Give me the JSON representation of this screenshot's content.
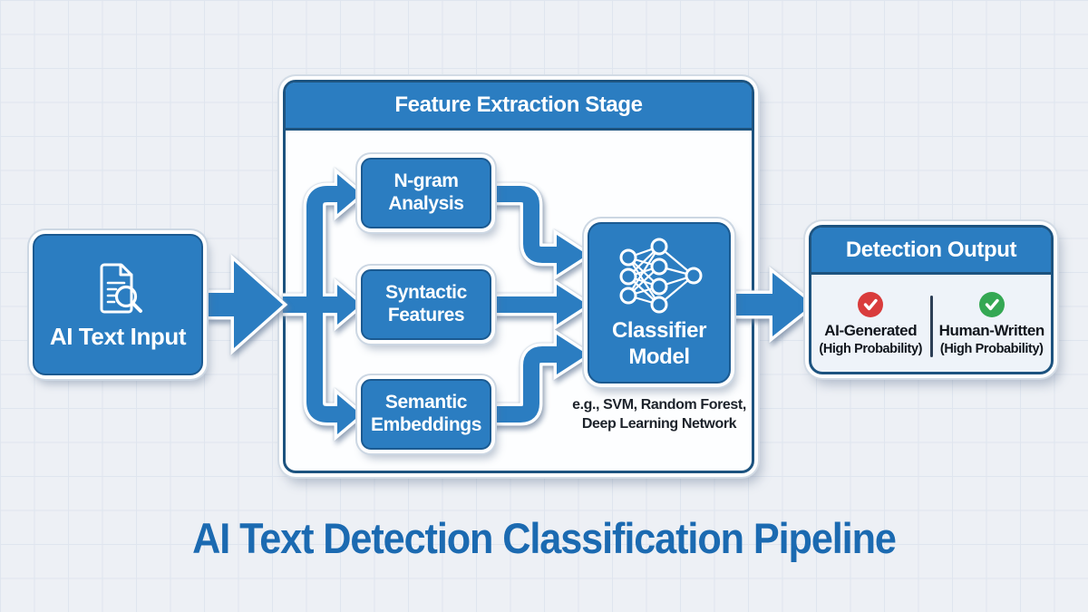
{
  "title": "AI Text Detection Classification Pipeline",
  "colors": {
    "accent_blue": "#2b7dc1",
    "dark_border": "#1d537f",
    "title_blue": "#1b6ab1",
    "red_status": "#d93c3c",
    "green_status": "#34a853",
    "background": "#edf0f5",
    "grid_line": "#dfe5ee"
  },
  "input": {
    "label": "AI Text Input",
    "icon": "document-search-icon"
  },
  "feature_stage": {
    "title": "Feature Extraction Stage",
    "features": [
      {
        "label": "N-gram Analysis"
      },
      {
        "label": "Syntactic Features"
      },
      {
        "label": "Semantic Embeddings"
      }
    ]
  },
  "classifier": {
    "label": "Classifier Model",
    "icon": "neural-network-icon",
    "caption": [
      "e.g., SVM, Random Forest,",
      "Deep Learning Network"
    ]
  },
  "output": {
    "title": "Detection Output",
    "results": [
      {
        "label": "AI-Generated",
        "sublabel": "(High Probability)",
        "icon": "red-check-circle",
        "color": "#d93c3c"
      },
      {
        "label": "Human-Written",
        "sublabel": "(High Probability)",
        "icon": "green-check-circle",
        "color": "#34a853"
      }
    ]
  }
}
